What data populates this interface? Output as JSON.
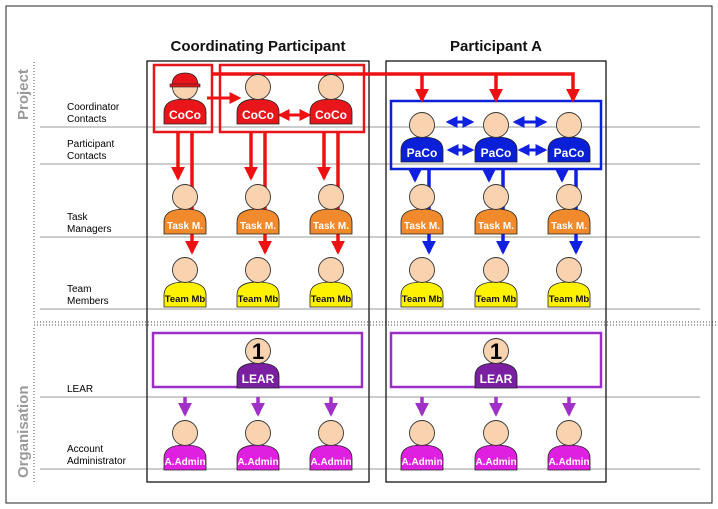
{
  "columns": {
    "coordinating": "Coordinating Participant",
    "participant_a": "Participant A"
  },
  "sections": {
    "project": "Project",
    "organisation": "Organisation"
  },
  "rows": {
    "coordinator_line1": "Coordinator",
    "coordinator_line2": "Contacts",
    "participant_line1": "Participant",
    "participant_line2": "Contacts",
    "task_line1": "Task",
    "task_line2": "Managers",
    "team_line1": "Team",
    "team_line2": "Members",
    "lear": "LEAR",
    "account_line1": "Account",
    "account_line2": "Administrator"
  },
  "badges": {
    "coco": "CoCo",
    "paco": "PaCo",
    "task": "Task M.",
    "team": "Team Mb",
    "lear": "LEAR",
    "admin": "A.Admin",
    "lear_count": "1"
  },
  "colors": {
    "coco": "#e8161b",
    "paco": "#0a1fd8",
    "task": "#f08a2c",
    "team": "#fff200",
    "lear": "#7a1fa2",
    "admin": "#e020e0",
    "skin": "#f9d2b0",
    "arrow_red": "#ee1111",
    "arrow_blue": "#1020e0",
    "arrow_purple": "#a030c8"
  },
  "icons": {
    "person": "person-icon",
    "coordinator_hat": "hard-hat-icon"
  }
}
